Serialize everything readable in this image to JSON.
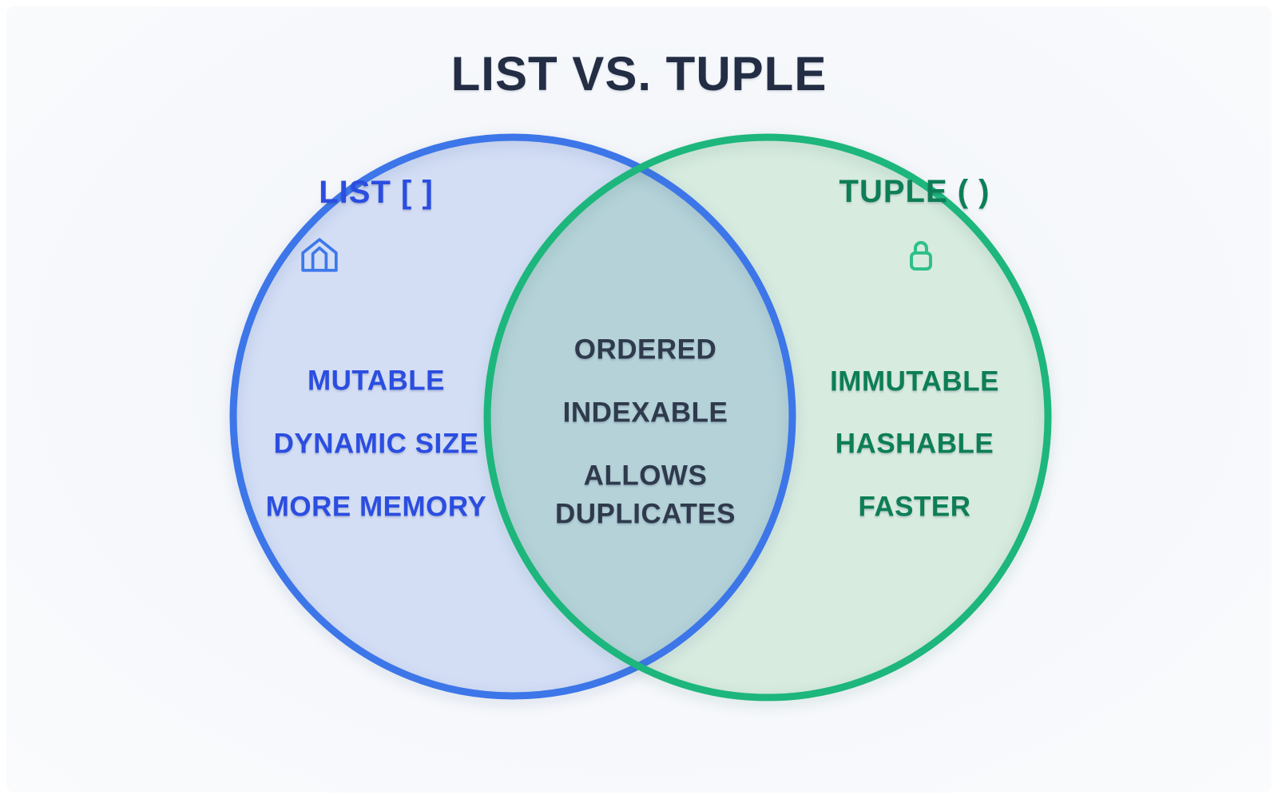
{
  "title": "LIST VS. TUPLE",
  "colors": {
    "background": "#f5f7fa",
    "title_text": "#232e45",
    "list_circle_stroke": "#3c76e8",
    "list_circle_fill": "#d3def5",
    "list_text": "#2b4de0",
    "tuple_circle_stroke": "#1db67c",
    "tuple_circle_fill": "#d7ebdf",
    "tuple_text": "#0d7e56",
    "intersection_fill": "#b4d2d8",
    "intersection_text": "#2f3a4c",
    "lock_icon": "#2ec08a"
  },
  "venn": {
    "left": {
      "label": "LIST [ ]",
      "icon": "bank-icon",
      "items": [
        "MUTABLE",
        "DYNAMIC SIZE",
        "MORE MEMORY"
      ]
    },
    "intersection": {
      "items": [
        "ORDERED",
        "INDEXABLE",
        "ALLOWS DUPLICATES"
      ]
    },
    "right": {
      "label": "TUPLE ( )",
      "icon": "lock-icon",
      "items": [
        "IMMUTABLE",
        "HASHABLE",
        "FASTER"
      ]
    }
  }
}
